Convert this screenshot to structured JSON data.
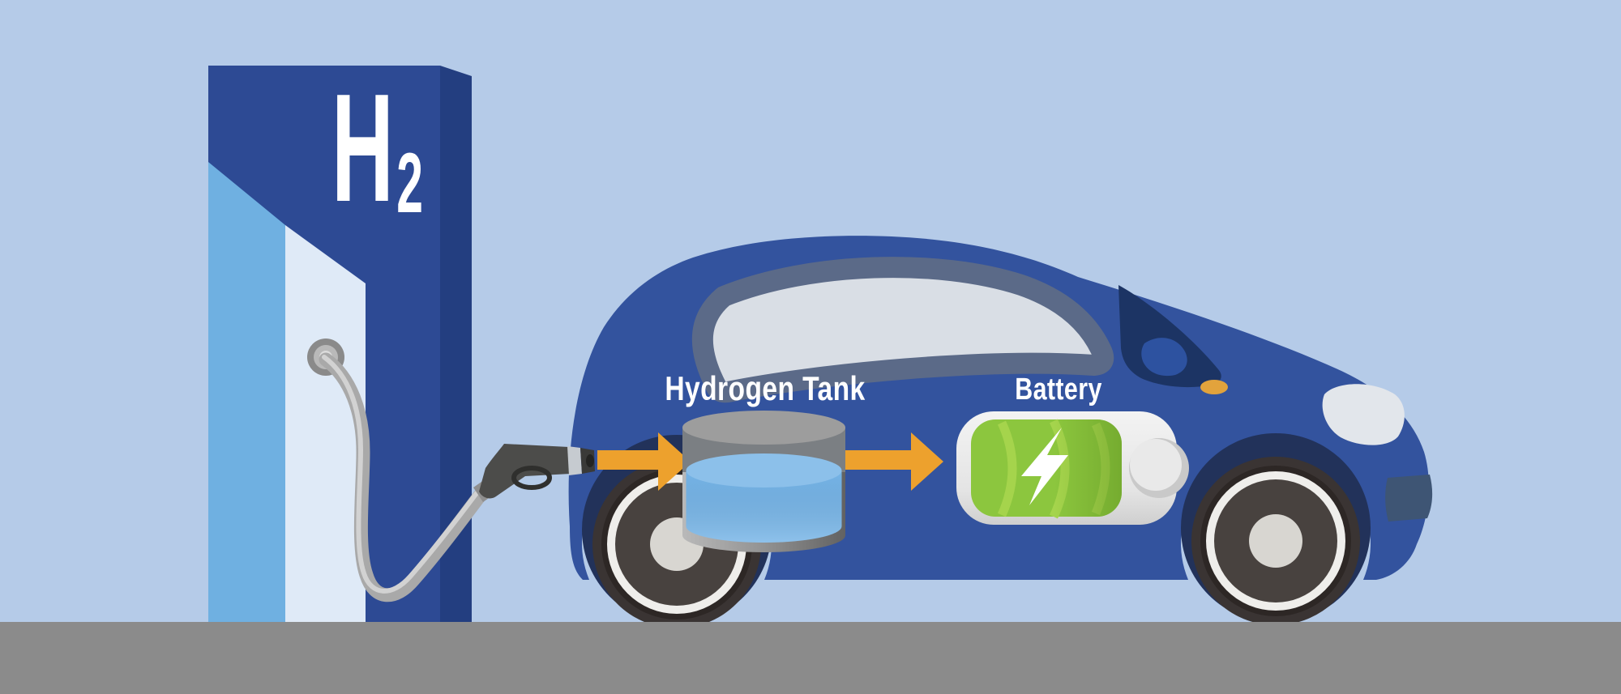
{
  "scene": {
    "background_color": "#b5cbe8",
    "ground_color": "#8b8b8b"
  },
  "pump": {
    "label_main": "H",
    "label_sub": "2",
    "front_color": "#2d4a94",
    "side_color": "#233e80",
    "left_strip_color": "#6fb0e1",
    "panel_color": "#dfeaf7"
  },
  "car": {
    "body_color": "#33539e",
    "glass_color": "#d9dee5",
    "window_frame_color": "#5b6a88"
  },
  "flow": {
    "arrow_color": "#eda12d"
  },
  "tank": {
    "label": "Hydrogen Tank",
    "liquid_color": "#75b4e7"
  },
  "battery": {
    "label": "Battery",
    "green_color": "#8cc63e",
    "bolt_color": "#ffffff"
  }
}
